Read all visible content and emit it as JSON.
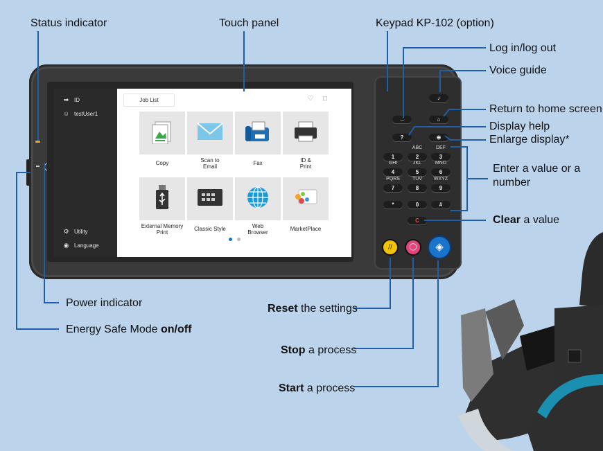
{
  "callouts": {
    "status_indicator": "Status indicator",
    "touch_panel": "Touch panel",
    "keypad": "Keypad KP-102 (option)",
    "login": "Log in/log out",
    "voice_guide": "Voice guide",
    "return_home": "Return to home screen",
    "display_help": "Display help",
    "enlarge_display": "Enlarge display*",
    "enter_value_line1": "Enter a value or a",
    "enter_value_line2": "number",
    "clear_bold": "Clear",
    "clear_rest": " a value",
    "power_indicator": "Power indicator",
    "energy_prefix": "Energy Safe Mode ",
    "energy_bold": "on/off",
    "reset_bold": "Reset",
    "reset_rest": " the settings",
    "stop_bold": "Stop",
    "stop_rest": " a process",
    "start_bold": "Start",
    "start_rest": " a process"
  },
  "screen": {
    "sidebar": {
      "id_label": "ID",
      "user": "testUser1",
      "utility": "Utility",
      "language": "Language"
    },
    "job_list": "Job List",
    "tiles": [
      {
        "label": "Copy",
        "icon": "copy-icon"
      },
      {
        "label": "Scan to\nEmail",
        "icon": "envelope-icon"
      },
      {
        "label": "Fax",
        "icon": "fax-icon"
      },
      {
        "label": "ID &\nPrint",
        "icon": "printer-icon"
      },
      {
        "label": "External Memory\nPrint",
        "icon": "usb-icon"
      },
      {
        "label": "Classic Style",
        "icon": "keyboard-icon"
      },
      {
        "label": "Web\nBrowser",
        "icon": "globe-icon"
      },
      {
        "label": "MarketPlace",
        "icon": "marketplace-icon"
      }
    ],
    "page_dots": 2,
    "active_dot": 0
  },
  "keypad": {
    "letters": [
      "ABC",
      "DEF",
      "GHI",
      "JKL",
      "MNO",
      "PQRS",
      "TUV",
      "WXYZ"
    ],
    "digits": [
      "1",
      "2",
      "3",
      "4",
      "5",
      "6",
      "7",
      "8",
      "9",
      "*",
      "0",
      "#"
    ],
    "clear_key": "C"
  },
  "colors": {
    "background": "#bcd3ec",
    "callout_line": "#1f5fa8",
    "status_led": "#f0a020",
    "reset_button": "#f3c300",
    "stop_button": "#e0457b",
    "start_button": "#1a74c9"
  }
}
